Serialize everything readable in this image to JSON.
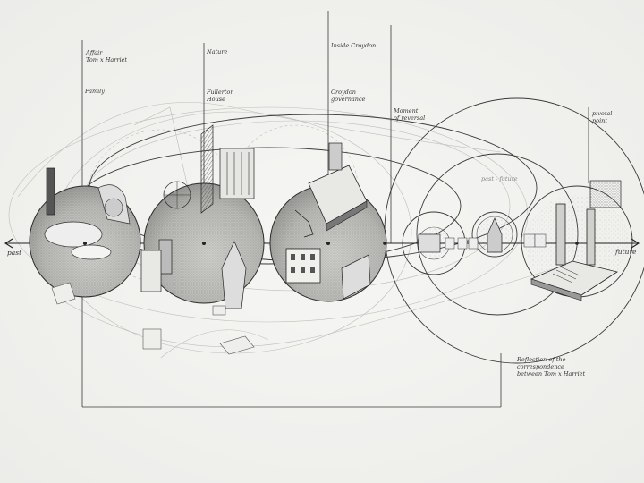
{
  "labels": {
    "affair": {
      "line1": "Affair",
      "line2": "Tom x Harriet"
    },
    "family": "Family",
    "nature": "Nature",
    "fullerton": {
      "line1": "Fullerton",
      "line2": "House"
    },
    "inside_croydon": "Inside Croydon",
    "croydon_gov": {
      "line1": "Croydon",
      "line2": "governance"
    },
    "moment": {
      "line1": "Moment",
      "line2": "of reversal"
    },
    "pivotal": {
      "line1": "pivotal",
      "line2": "point"
    },
    "reflection": {
      "line1": "Reflection of the",
      "line2": "correspondence",
      "line3": "between Tom x Harriet"
    },
    "past_future": "past - future",
    "past": "past",
    "future": "future"
  },
  "colors": {
    "ink": "#2a2a2a",
    "paper": "#f1f1ef",
    "shade": "#5a5a5a"
  }
}
